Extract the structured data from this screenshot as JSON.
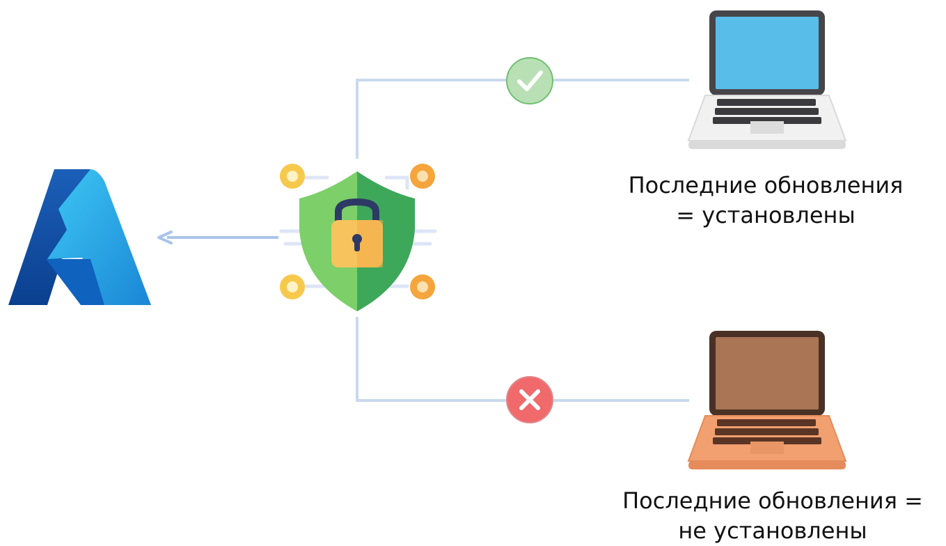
{
  "compliant_device": {
    "status_icon": "check-icon",
    "line1": "Последние обновления",
    "line2": "= установлены"
  },
  "noncompliant_device": {
    "status_icon": "cross-icon",
    "line1": "Последние обновления =",
    "line2": "не установлены"
  },
  "colors": {
    "connector": "#c9d9ee",
    "arrow": "#a9c4ea",
    "check_fill": "#b9e0b4",
    "check_stroke": "#6fbf72",
    "cross_fill": "#f06a6c",
    "shield_light": "#7ccf69",
    "shield_dark": "#3ea85a",
    "lock_body": "#f7c35c",
    "node_yellow": "#f6c94d",
    "node_orange": "#f5a53b",
    "laptop_blue_screen": "#59bde9",
    "laptop_brown_screen": "#a97554",
    "laptop_orange_base": "#f2a06f"
  }
}
